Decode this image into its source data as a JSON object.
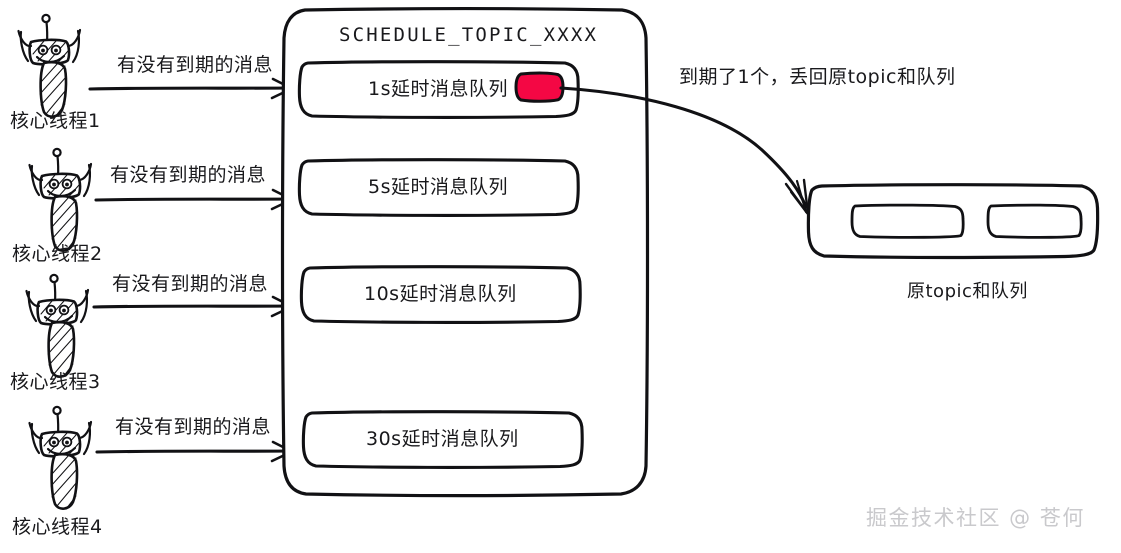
{
  "diagram": {
    "title_hidden": "",
    "container": {
      "title": "SCHEDULE_TOPIC_XXXX"
    },
    "queues": [
      {
        "label": "1s延时消息队列",
        "has_marker": true,
        "marker_color": "#F40744"
      },
      {
        "label": "5s延时消息队列",
        "has_marker": false,
        "marker_color": ""
      },
      {
        "label": "10s延时消息队列",
        "has_marker": false,
        "marker_color": ""
      },
      {
        "label": "30s延时消息队列",
        "has_marker": false,
        "marker_color": ""
      }
    ],
    "threads": [
      {
        "name": "核心线程1",
        "arrow_label": "有没有到期的消息"
      },
      {
        "name": "核心线程2",
        "arrow_label": "有没有到期的消息"
      },
      {
        "name": "核心线程3",
        "arrow_label": "有没有到期的消息"
      },
      {
        "name": "核心线程4",
        "arrow_label": "有没有到期的消息"
      }
    ],
    "expire_arrow_label": "到期了1个，丢回原topic和队列",
    "topic_box": {
      "caption": "原topic和队列",
      "slots": [
        "",
        ""
      ]
    },
    "watermark": "掘金技术社区 @ 苍何",
    "colors": {
      "ink": "#111114",
      "marker_red": "#F40744",
      "watermark_grey": "#c9c9cc",
      "paper": "#ffffff"
    }
  }
}
